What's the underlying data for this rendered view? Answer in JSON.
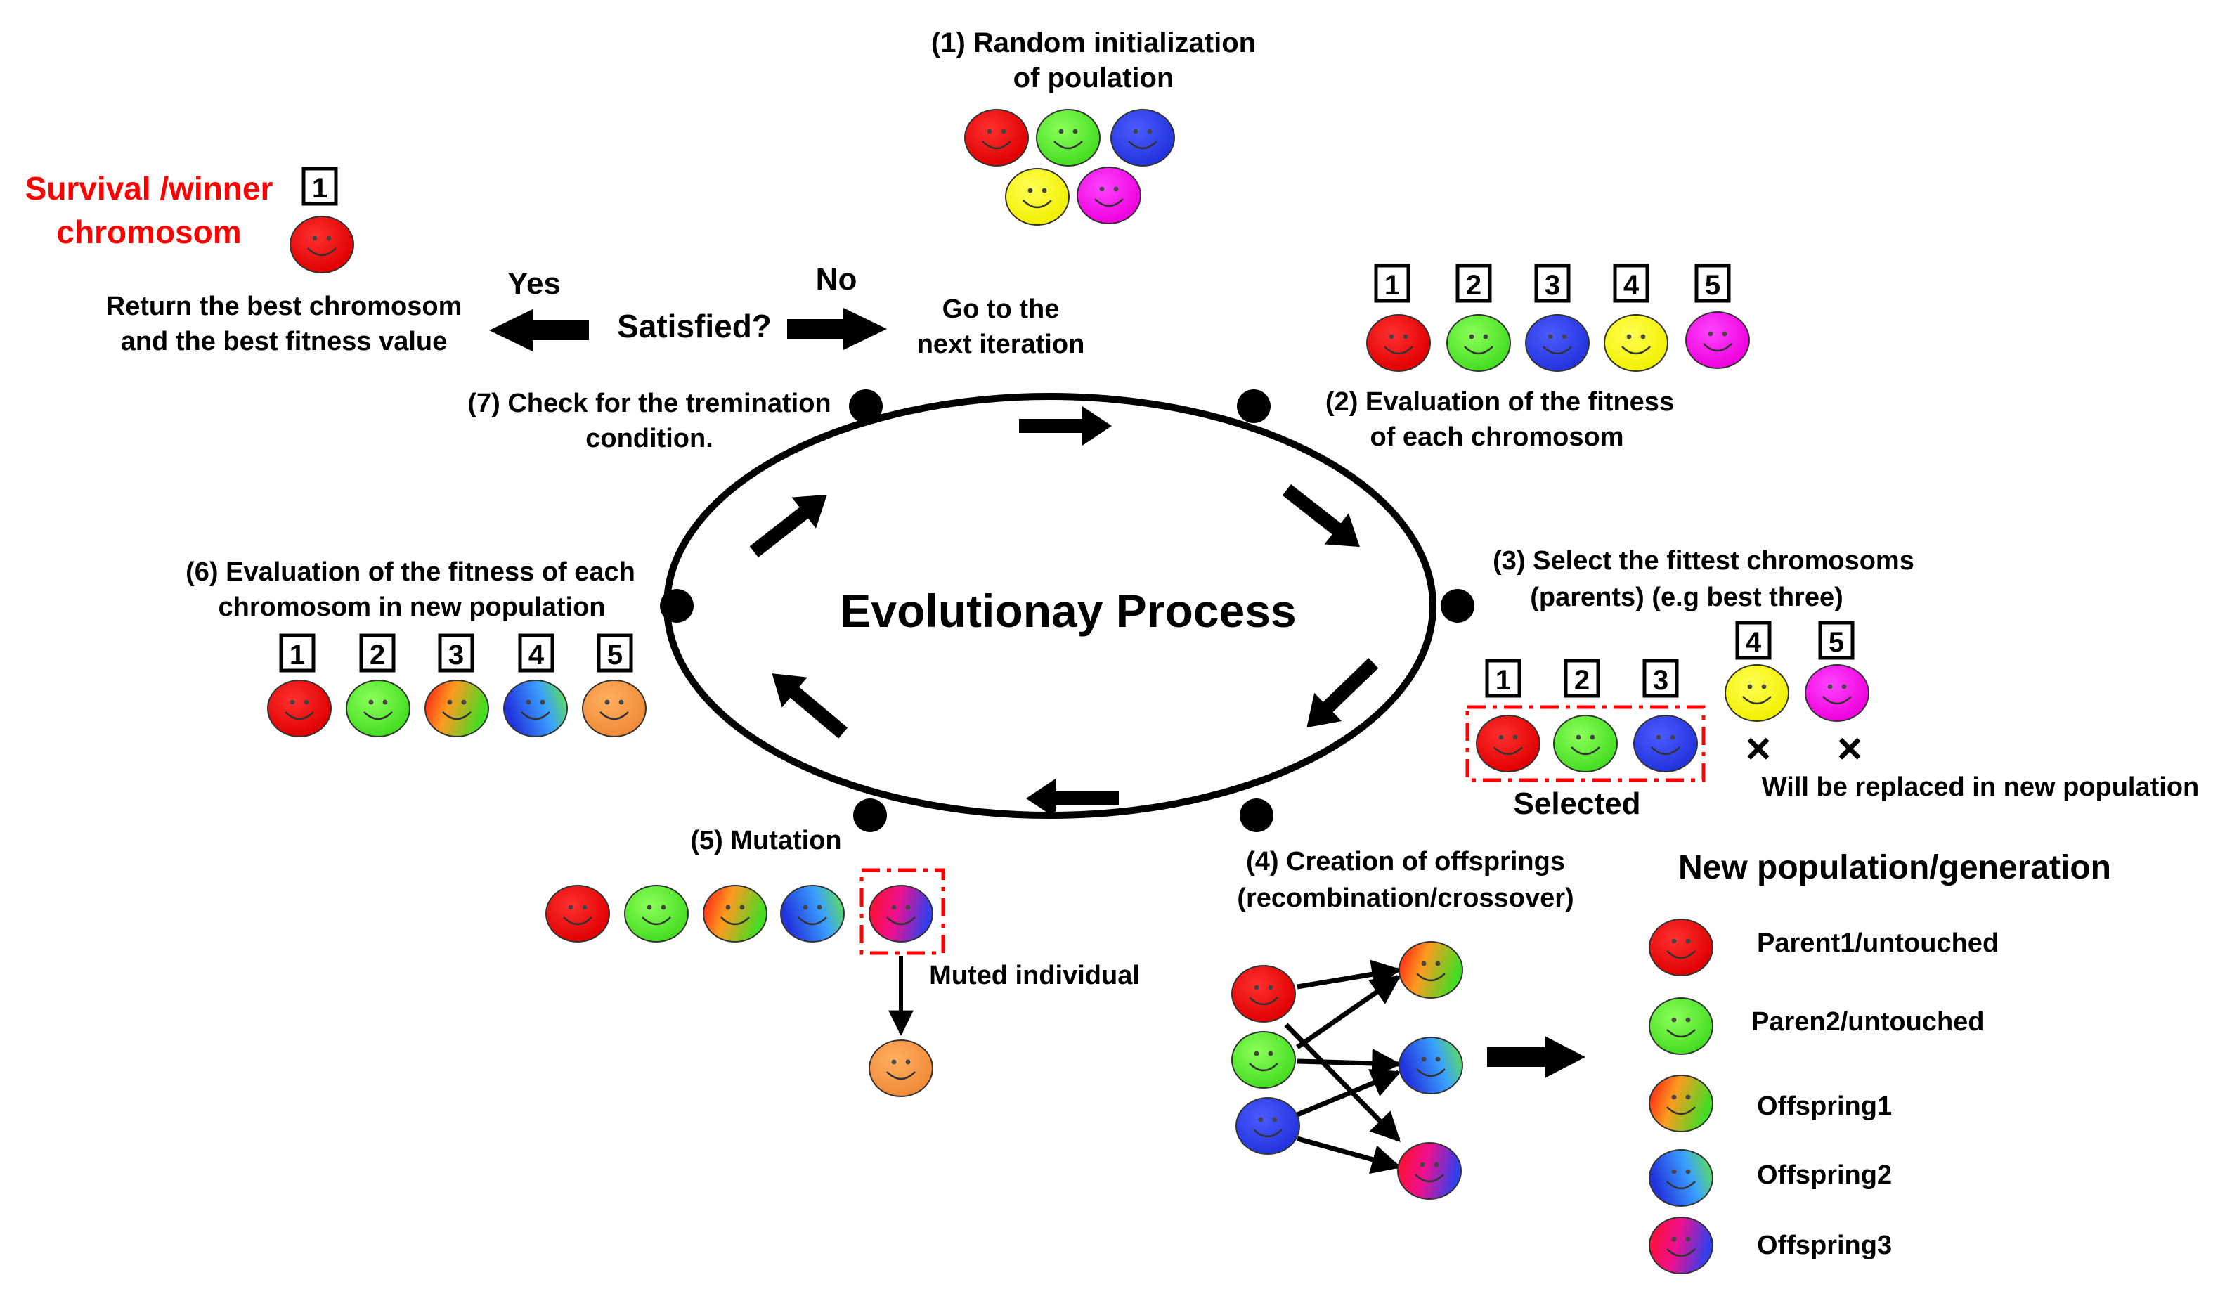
{
  "title": "Evolutionay Process",
  "steps": {
    "s1_line1": "(1) Random initialization",
    "s1_line2": "of poulation",
    "s2_line1": "(2) Evaluation of the fitness",
    "s2_line2": "of each chromosom",
    "s3_line1": "(3) Select the fittest chromosoms",
    "s3_line2": "(parents) (e.g best three)",
    "s4_line1": "(4) Creation of offsprings",
    "s4_line2": "(recombination/crossover)",
    "s5": "(5) Mutation",
    "s6_line1": "(6) Evaluation of the fitness of each",
    "s6_line2": "chromosom in new population",
    "s7_line1": "(7) Check for the tremination",
    "s7_line2": "condition."
  },
  "decision": {
    "question": "Satisfied?",
    "yes": "Yes",
    "no": "No",
    "yes_line1": "Return the best chromosom",
    "yes_line2": "and the best fitness value",
    "no_line1": "Go to the",
    "no_line2": "next iteration"
  },
  "winner": {
    "line1": "Survival /winner",
    "line2": "chromosom",
    "number": "1"
  },
  "numbers": [
    "1",
    "2",
    "3",
    "4",
    "5"
  ],
  "selected_label": "Selected",
  "replaced_label": "Will be replaced in new population",
  "cross_mark": "×",
  "muted_label": "Muted individual",
  "legend": {
    "title": "New population/generation",
    "items": [
      "Parent1/untouched",
      "Paren2/untouched",
      "Offspring1",
      "Offspring2",
      "Offspring3"
    ]
  },
  "colors": {
    "red": "#ff0000",
    "green": "#66ee33",
    "blue": "#3344ee",
    "yellow": "#ffff00",
    "magenta": "#ff00ee",
    "orange": "#f5a04a",
    "accent_text": "#ff0000",
    "selection_box": "#ff0000"
  }
}
